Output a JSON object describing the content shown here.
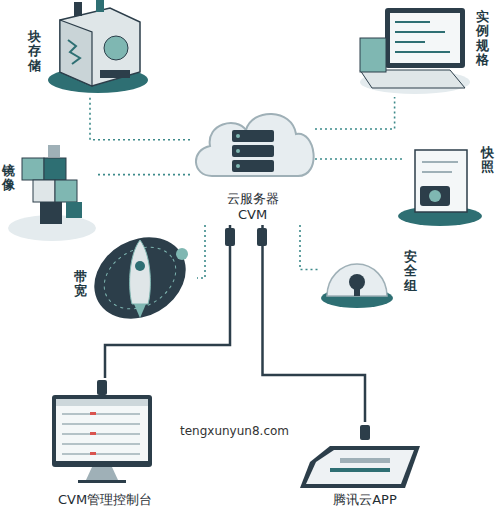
{
  "diagram": {
    "nodes": [
      {
        "text": [
          "块存储"
        ]
      },
      {
        "text": [
          "实例规格"
        ]
      },
      {
        "text": [
          "云服务器 CVM"
        ]
      },
      {
        "text": [
          "镜像"
        ]
      },
      {
        "text": [
          "快照"
        ]
      },
      {
        "text": [
          "带宽"
        ]
      },
      {
        "text": [
          "安全组"
        ]
      },
      {
        "text": [
          "CVM管理控制台"
        ]
      },
      {
        "text": [
          "腾讯云APP"
        ]
      }
    ],
    "edges": [
      {
        "from": 2,
        "to": 0,
        "arrow": "none"
      },
      {
        "from": 2,
        "to": 1,
        "arrow": "none"
      },
      {
        "from": 2,
        "to": 3,
        "arrow": "none"
      },
      {
        "from": 2,
        "to": 4,
        "arrow": "none"
      },
      {
        "from": 2,
        "to": 5,
        "arrow": "none"
      },
      {
        "from": 2,
        "to": 6,
        "arrow": "none"
      },
      {
        "from": 2,
        "to": 7,
        "arrow": "none"
      },
      {
        "from": 2,
        "to": 8,
        "arrow": "none"
      }
    ],
    "labels": [
      "tengxunyun8.com"
    ]
  }
}
